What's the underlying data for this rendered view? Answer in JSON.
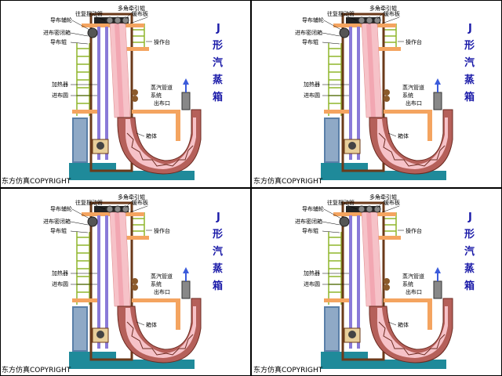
{
  "labels": {
    "multi_roller": "多角牵引辊",
    "feed_seal": "进布密闭箱",
    "reverse_drive": "往复摆动管",
    "cloth_guide_wheel": "导布辅轮",
    "cloth_plate": "缓布板",
    "guide_roller": "导布辊",
    "operation_platform": "操作台",
    "heater": "加热器",
    "feed_roller": "进布圆",
    "steam_pipe_line1": "蒸汽管道",
    "steam_pipe_line2": "系统",
    "outlet": "出布口",
    "box_body": "箱体"
  },
  "title_chars": [
    "J",
    "形",
    "汽",
    "蒸",
    "箱"
  ],
  "copyright": "东方仿真COPYRIGHT",
  "colors": {
    "frame": "#c0392b",
    "beam": "#f4a460",
    "panel_pink": "#f6c2c8",
    "tube": "#b5605a",
    "base": "#1f8a9a",
    "ladder": "#c8e86b",
    "title": "#1a1aa8"
  }
}
